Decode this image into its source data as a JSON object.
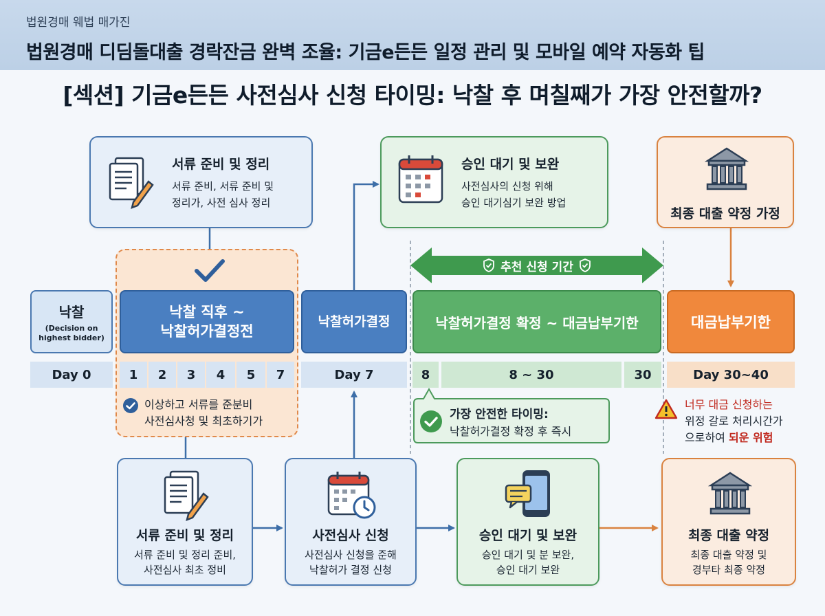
{
  "header": {
    "subtitle": "법원경매 웨법 매가진",
    "title": "법원경매 디딤돌대출 경락잔금 완벽 조율: 기금e든든 일정 관리 및 모바일 예약 자동화 팁"
  },
  "section_title": "[섹션] 기금e든든 사전심사 신청 타이밍: 낙찰 후 며칠째가 가장 안전할까?",
  "top_cards": {
    "docs": {
      "title": "서류 준비 및 정리",
      "line1": "서류 준비, 서류 준비 및",
      "line2": "정리가, 사전 심사 정리"
    },
    "approval": {
      "title": "승인 대기 및 보완",
      "line1": "사전심사의 신청 위해",
      "line2": "승인 대기심기 보완 방업"
    },
    "final": {
      "title": "최종 대출 약정 가정"
    }
  },
  "recommended_period": "추천 신청 기간",
  "timeline": {
    "bid": {
      "title": "낙찰",
      "sub1": "(Decision on",
      "sub2": "highest bidder)"
    },
    "after_bid": {
      "line1": "낙찰 직후 ~",
      "line2": "낙찰허가결정전"
    },
    "permit": "낙찰허가결정",
    "confirm": "낙찰허가결정 확정 ~ 대금납부기한",
    "deadline": "대금납부기한"
  },
  "days": {
    "day0": "Day 0",
    "d1": "1",
    "d2": "2",
    "d3": "3",
    "d4": "4",
    "d5": "5",
    "d7": "7",
    "day7": "Day 7",
    "d8": "8",
    "d8_30": "8 ~ 30",
    "d30": "30",
    "day30_40": "Day 30~40"
  },
  "notes": {
    "prep": {
      "line1": "이상하고 서류를 준분비",
      "line2": "사전심사청 및 최초하기가"
    },
    "safe": {
      "line1": "가장 안전한 타이밍:",
      "line2": "낙찰허가결정 확정 후 즉시"
    },
    "risk": {
      "line1": "너무 대금 신청하는",
      "line2": "위정 갈로 처리시간가",
      "line3_a": "으로하여 ",
      "line3_b": "되운 위험"
    }
  },
  "bottom_cards": {
    "docs": {
      "title": "서류 준비 및 정리",
      "line1": "서류 준비 및 정리 준비,",
      "line2": "사전심사 최초 정비"
    },
    "apply": {
      "title": "사전심사 신청",
      "line1": "사전심사 신청을 준해",
      "line2": "낙찰허가 결정 신청"
    },
    "approval": {
      "title": "승인 대기 및 보완",
      "line1": "승인 대기 및 분 보완,",
      "line2": "승인 대기 보완"
    },
    "final": {
      "title": "최종 대출 약정",
      "line1": "최종 대출 약정 및",
      "line2": "경부타 최종 약정"
    }
  },
  "colors": {
    "blue": "#4a7fc1",
    "green": "#5cb06a",
    "orange": "#f0883c",
    "risk_red": "#c0281e"
  }
}
